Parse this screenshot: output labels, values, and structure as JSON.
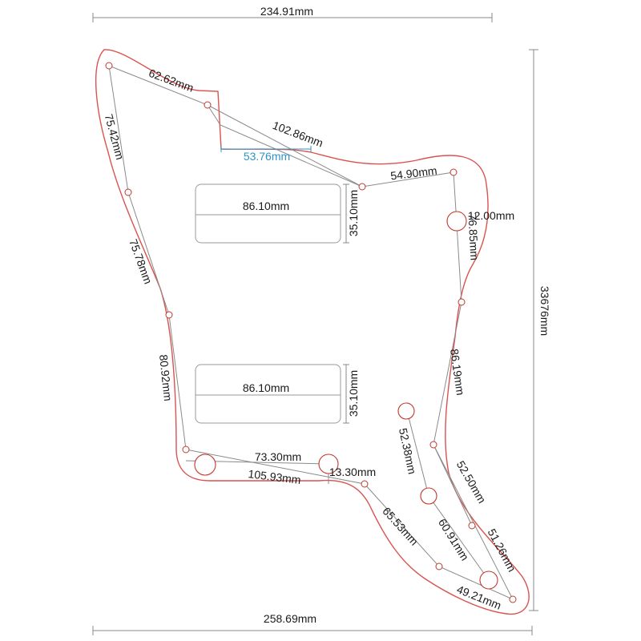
{
  "dimensions": {
    "top_width": "234.91mm",
    "bottom_width": "258.69mm",
    "right_height": "33676mm",
    "edge_top_left_1": "62.62mm",
    "edge_top_1": "102.86mm",
    "cutout_width": "53.76mm",
    "edge_top_right": "54.90mm",
    "edge_left_1": "75.42mm",
    "edge_left_2": "75.78mm",
    "edge_left_3": "80.92mm",
    "edge_right_1": "76.85mm",
    "hole_diameter": "12.00mm",
    "edge_right_2": "86.19mm",
    "pickup_top_width": "86.10mm",
    "pickup_top_height": "35.10mm",
    "pickup_bottom_width": "86.10mm",
    "pickup_bottom_height": "35.10mm",
    "control_span": "73.30mm",
    "control_hole": "13.30mm",
    "edge_bottom_1": "105.93mm",
    "edge_bottom_2": "65.53mm",
    "horn_inner_1": "52.38mm",
    "horn_inner_2": "60.91mm",
    "horn_outer_1": "52.50mm",
    "horn_outer_2": "51.26mm",
    "edge_bottom_tip": "49.21mm"
  }
}
